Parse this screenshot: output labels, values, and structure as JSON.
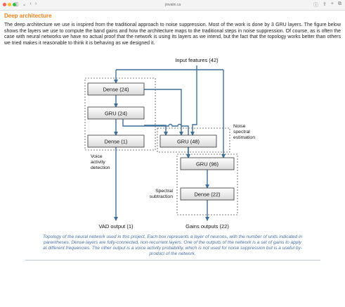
{
  "browser": {
    "address": "jmvalin.ca",
    "left_icons": [
      "◫",
      "⌄",
      "‹",
      "›"
    ],
    "right_icons": [
      "ⓘ",
      "⇪",
      "+",
      "⧉"
    ]
  },
  "article": {
    "title": "Deep architecture",
    "paragraph": "The deep architecture we use is inspired from the traditional approach to noise suppression. Most of the work is done by 3 GRU layers. The figure below shows the layers we use to compute the band gains and how the architecture maps to the traditional steps in noise suppression. Of course, as is often the case with neural networks we have no actual proof that the network is using its layers as we intend, but the fact that the topology works better than others we tried makes it reasonable to think it is behaving as we designed it."
  },
  "diagram": {
    "input_label": "Input features (42)",
    "boxes": {
      "dense24": "Dense (24)",
      "gru24": "GRU (24)",
      "dense1": "Dense (1)",
      "gru48": "GRU (48)",
      "gru96": "GRU (96)",
      "dense22": "Dense (22)"
    },
    "labels": {
      "vad_1": "Voice",
      "vad_2": "activity",
      "vad_3": "detection",
      "noise_1": "Noise",
      "noise_2": "spectral",
      "noise_3": "estimation",
      "spectral_1": "Spectral",
      "spectral_2": "subtraction"
    },
    "outputs": {
      "vad": "VAD output (1)",
      "gains": "Gains outputs (22)"
    },
    "colors": {
      "line": "#3f6f99",
      "box_border": "#333333",
      "box_fill_top": "#ffffff",
      "box_fill_bottom": "#d9d9d9",
      "dashed": "#555555"
    }
  },
  "caption": "Topology of the neural network used in this project. Each box represents a layer of neurons, with the number of units indicated in parentheses. Dense layers are fully-connected, non-recurrent layers. One of the outputs of the network is a set of gains to apply at different frequencies. The other output is a voice activity probability, which is not used for noise suppression but is a useful by-product of the network."
}
